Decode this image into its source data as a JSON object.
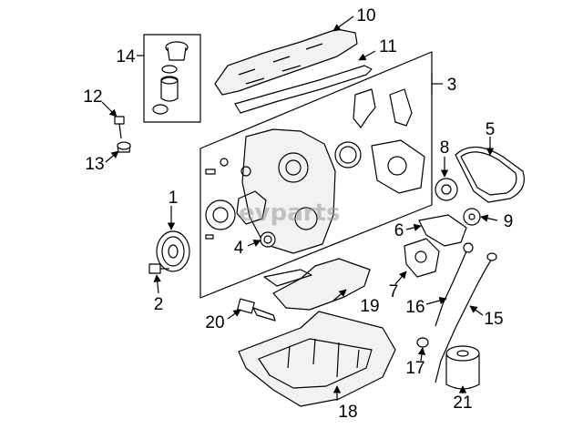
{
  "watermark": "evparts",
  "callouts": [
    "1",
    "2",
    "3",
    "4",
    "5",
    "6",
    "7",
    "8",
    "9",
    "10",
    "11",
    "12",
    "13",
    "14",
    "15",
    "16",
    "17",
    "18",
    "19",
    "20",
    "21"
  ]
}
